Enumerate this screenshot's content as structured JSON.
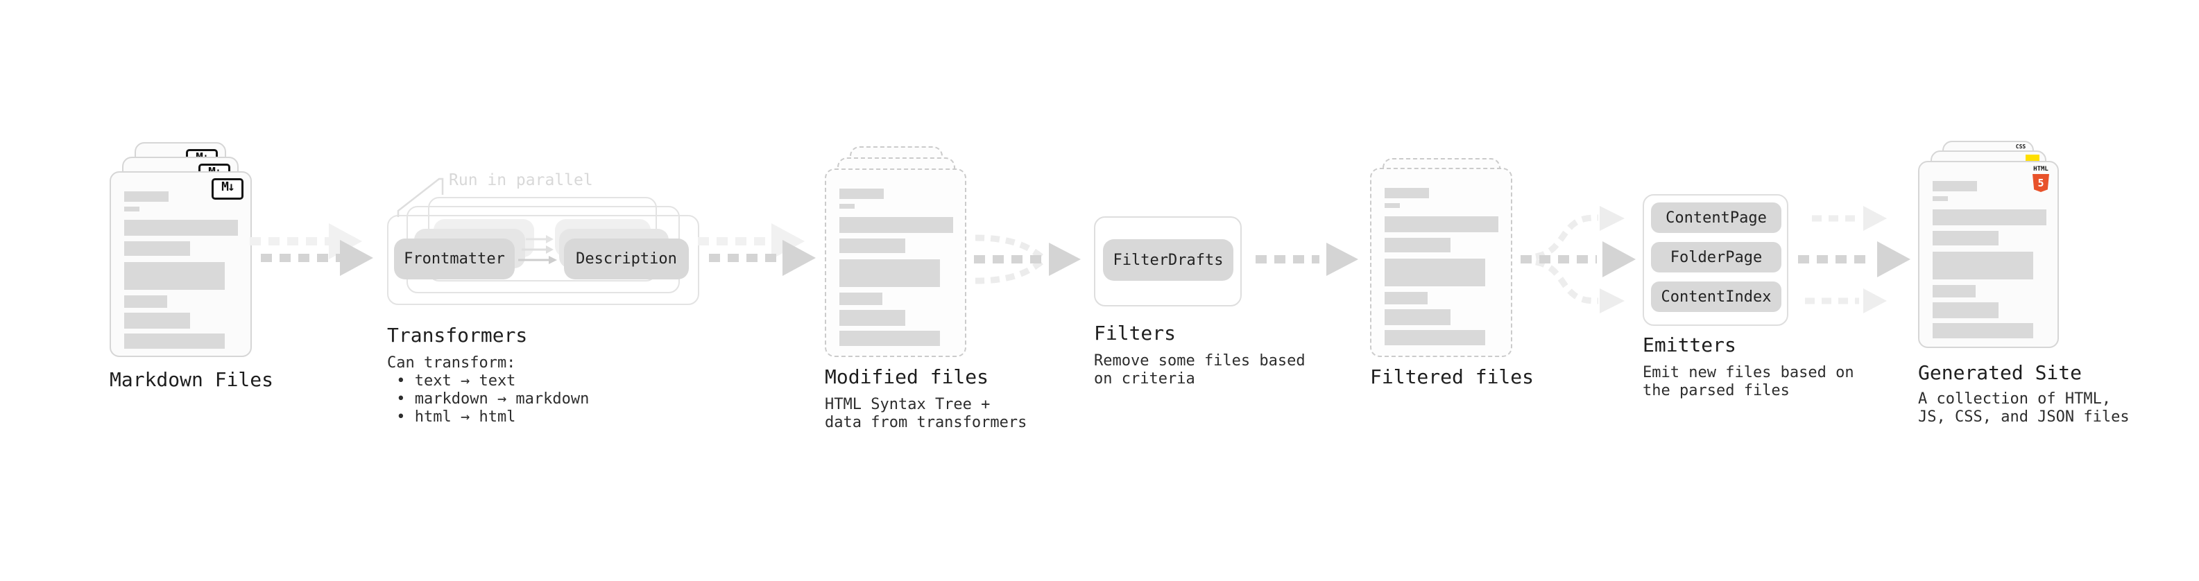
{
  "diagram": {
    "markdown_files": {
      "label": "Markdown Files",
      "badge": "M↓"
    },
    "transformers": {
      "label": "Transformers",
      "parallel_note": "Run in parallel",
      "frontmatter_pill": "Frontmatter",
      "description_pill": "Description",
      "caption": "Can transform:\n • text → text\n • markdown → markdown\n • html → html"
    },
    "modified_files": {
      "label": "Modified files",
      "caption": "HTML Syntax Tree +\ndata from transformers"
    },
    "filters": {
      "label": "Filters",
      "pill": "FilterDrafts",
      "caption": "Remove some files based\non criteria"
    },
    "filtered_files": {
      "label": "Filtered files"
    },
    "emitters": {
      "label": "Emitters",
      "pills": [
        "ContentPage",
        "FolderPage",
        "ContentIndex"
      ],
      "caption": "Emit new files based on\nthe parsed files"
    },
    "generated_site": {
      "label": "Generated Site",
      "caption": "A collection of HTML,\nJS, CSS, and JSON files",
      "html_badge_word": "HTML",
      "html_badge_numeral": "5",
      "css_badge": "CSS"
    },
    "colors": {
      "accent_html": "#e8522a",
      "accent_js": "#ffdf00",
      "accent_css": "#2965f1",
      "bar": "#d9d9d9",
      "arrow": "#d4d4d4",
      "arrow_light": "#efefef"
    }
  }
}
